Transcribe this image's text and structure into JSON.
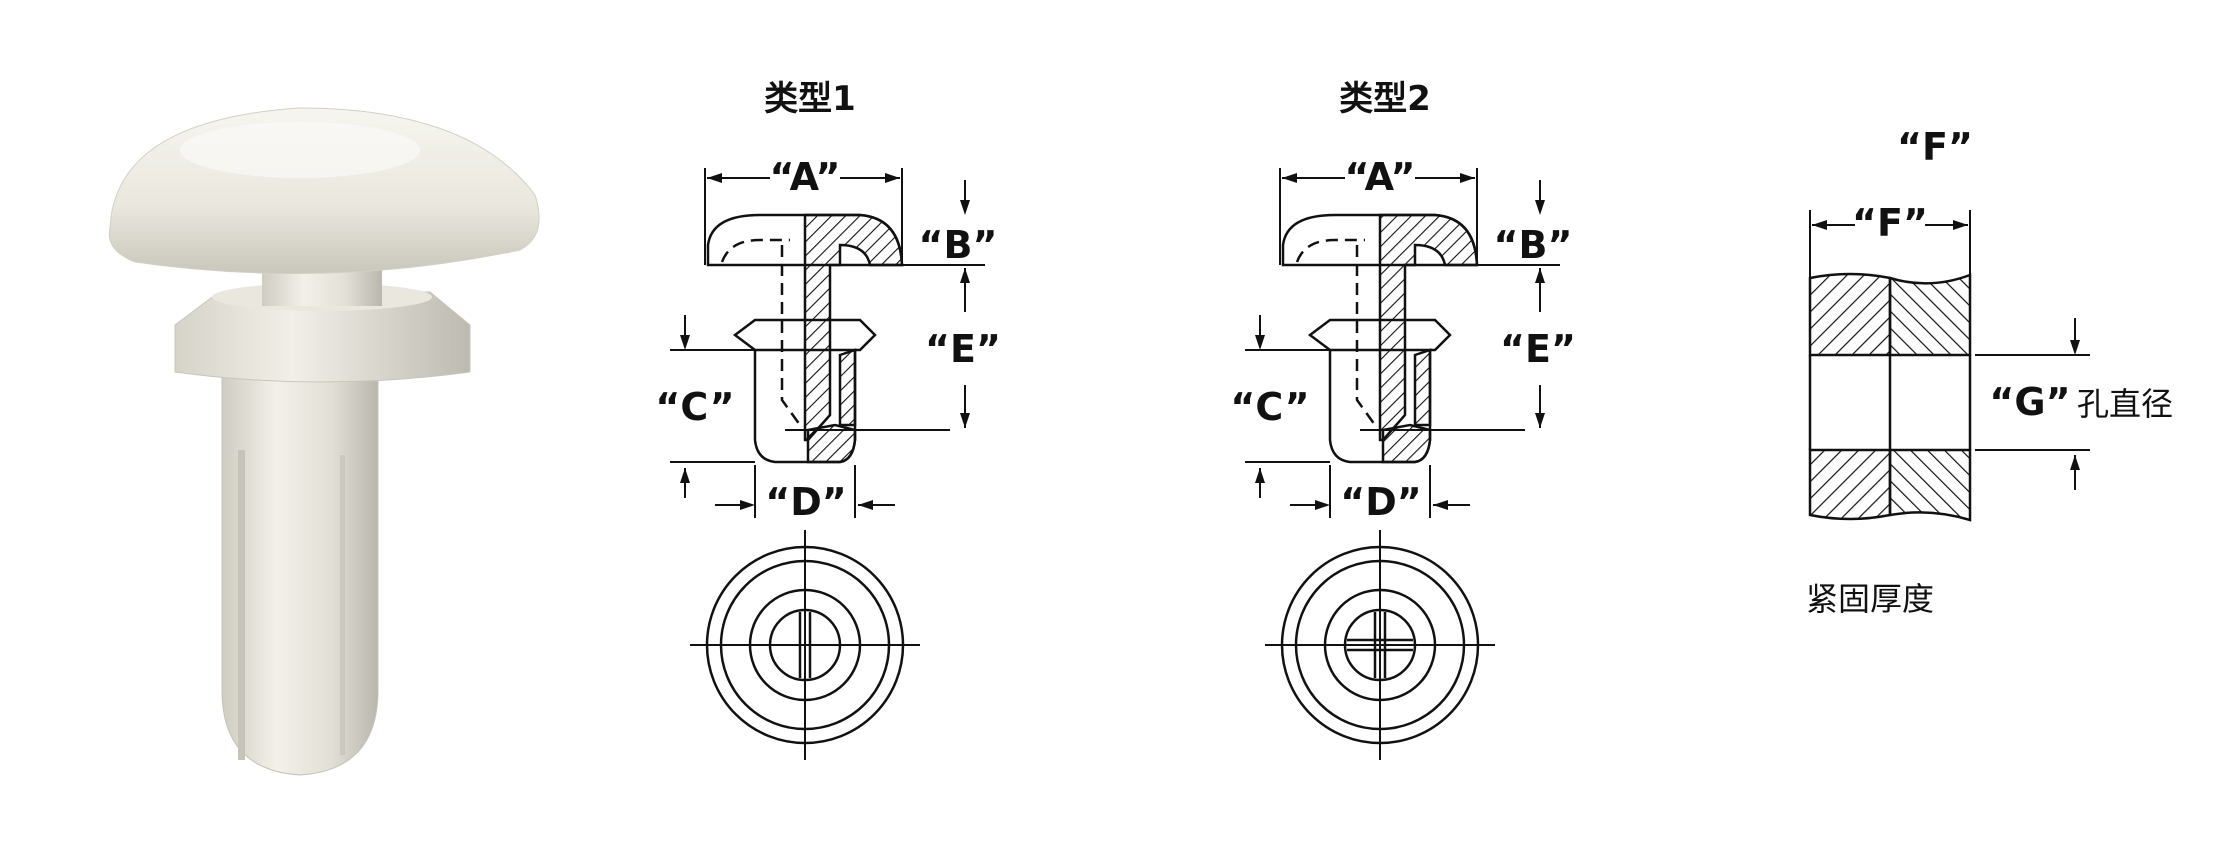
{
  "type1": {
    "title": "类型1",
    "dim_a": "“A”",
    "dim_b": "“B”",
    "dim_c": "“C”",
    "dim_d": "“D”",
    "dim_e": "“E”"
  },
  "type2": {
    "title": "类型2",
    "dim_a": "“A”",
    "dim_b": "“B”",
    "dim_c": "“C”",
    "dim_d": "“D”",
    "dim_e": "“E”"
  },
  "panel": {
    "top_label": "“F”",
    "dim_f": "“F”",
    "dim_g": "“G”",
    "hole_diameter": "孔直径",
    "grip_thickness": "紧固厚度"
  },
  "colors": {
    "line": "#111111",
    "product_body": "#e8e6dc",
    "background": "#ffffff"
  }
}
